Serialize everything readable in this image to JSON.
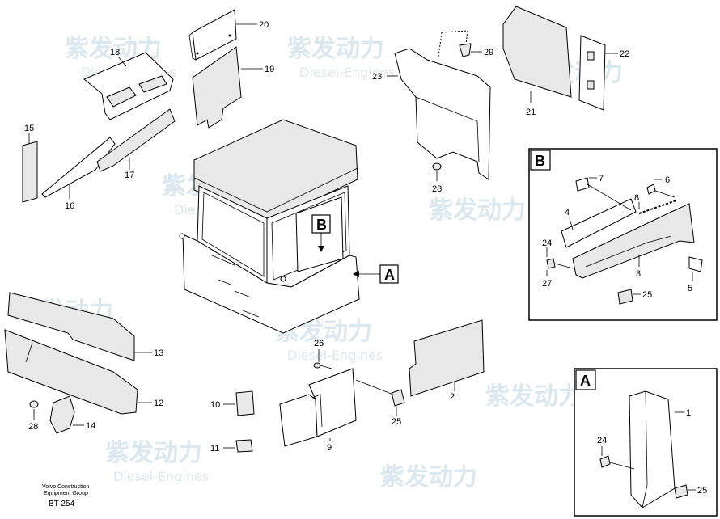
{
  "watermark": {
    "brand": "紫发动力",
    "sub": "Diesel-Engines"
  },
  "footer": {
    "line1": "Volvo Construction",
    "line2": "Equipment Group",
    "code": "BT 254"
  },
  "detail_views": {
    "b": "B",
    "a": "A"
  },
  "callouts": {
    "main_b": "B",
    "main_a": "A"
  },
  "parts": {
    "p1": "1",
    "p2": "2",
    "p3": "3",
    "p4": "4",
    "p5": "5",
    "p6": "6",
    "p7": "7",
    "p8": "8",
    "p9": "9",
    "p10": "10",
    "p11": "11",
    "p12": "12",
    "p13": "13",
    "p14": "14",
    "p15": "15",
    "p16": "16",
    "p17": "17",
    "p18": "18",
    "p19": "19",
    "p20": "20",
    "p21": "21",
    "p22": "22",
    "p23": "23",
    "p24a": "24",
    "p24b": "24",
    "p25a": "25",
    "p25b": "25",
    "p25c": "25",
    "p26": "26",
    "p27": "27",
    "p28a": "28",
    "p28b": "28",
    "p29": "29"
  }
}
